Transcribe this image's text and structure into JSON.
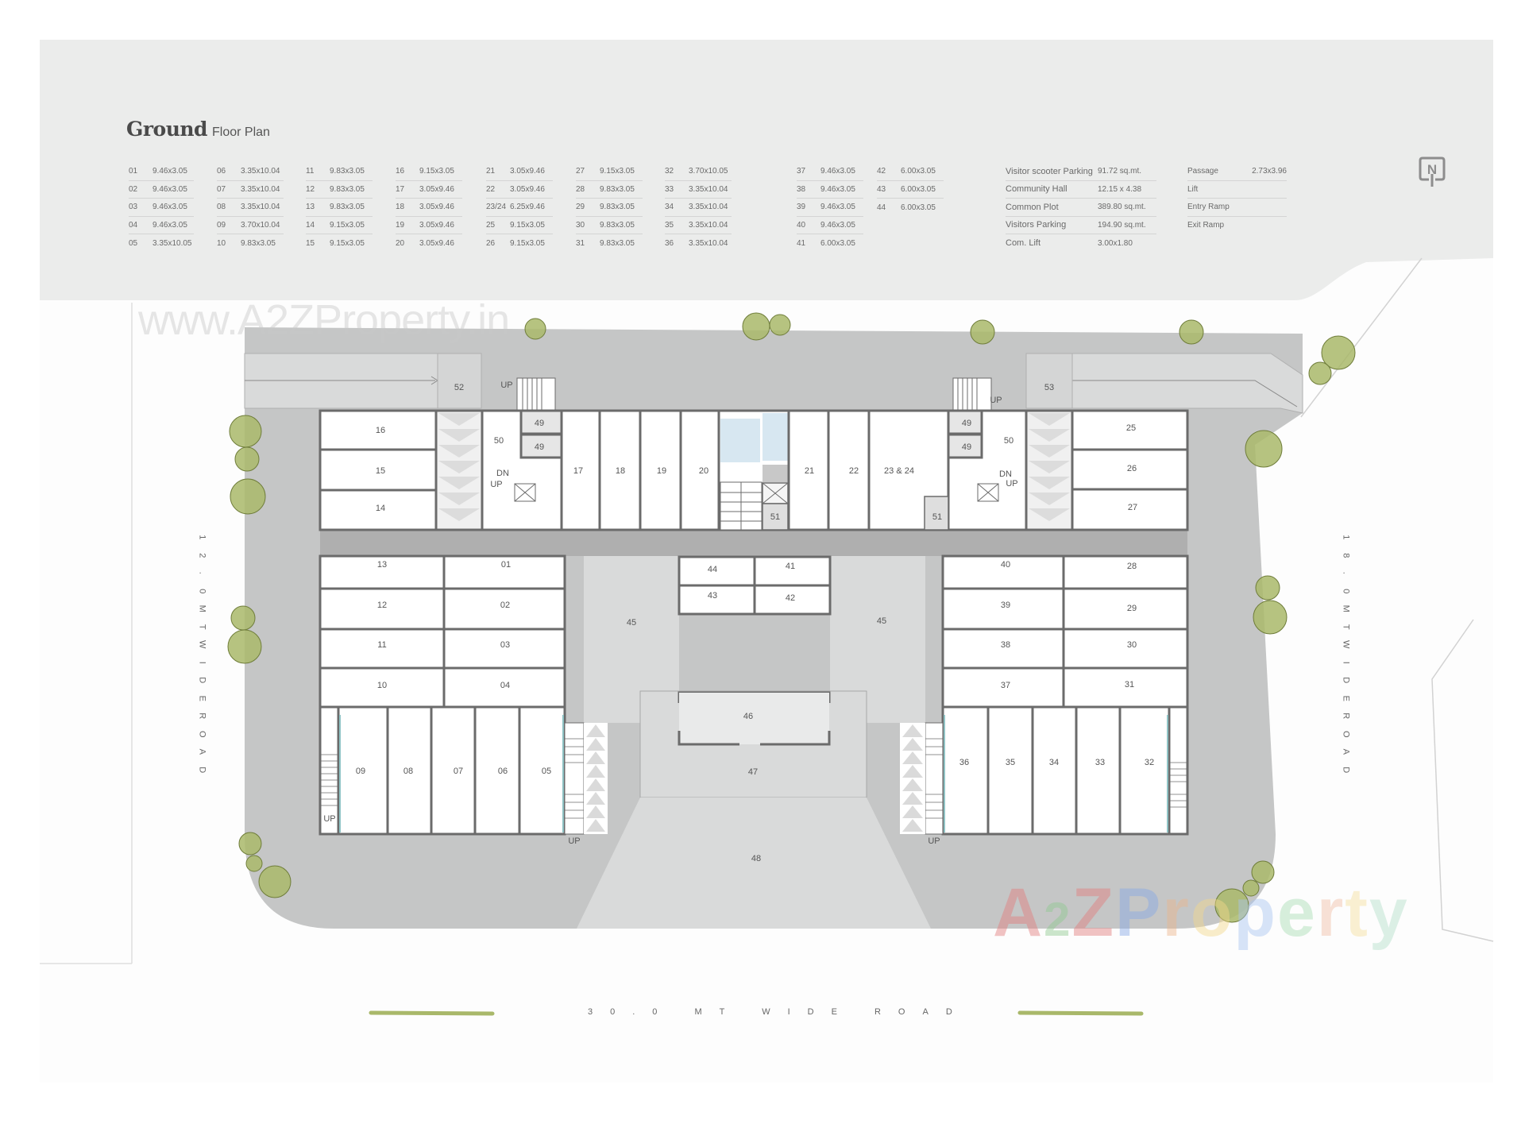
{
  "header": {
    "title_bold": "Ground",
    "title_light": "Floor Plan"
  },
  "legend": {
    "units": [
      [
        {
          "id": "01",
          "size": "9.46x3.05"
        },
        {
          "id": "02",
          "size": "9.46x3.05"
        },
        {
          "id": "03",
          "size": "9.46x3.05"
        },
        {
          "id": "04",
          "size": "9.46x3.05"
        },
        {
          "id": "05",
          "size": "3.35x10.05"
        }
      ],
      [
        {
          "id": "06",
          "size": "3.35x10.04"
        },
        {
          "id": "07",
          "size": "3.35x10.04"
        },
        {
          "id": "08",
          "size": "3.35x10.04"
        },
        {
          "id": "09",
          "size": "3.70x10.04"
        },
        {
          "id": "10",
          "size": "9.83x3.05"
        }
      ],
      [
        {
          "id": "11",
          "size": "9.83x3.05"
        },
        {
          "id": "12",
          "size": "9.83x3.05"
        },
        {
          "id": "13",
          "size": "9.83x3.05"
        },
        {
          "id": "14",
          "size": "9.15x3.05"
        },
        {
          "id": "15",
          "size": "9.15x3.05"
        }
      ],
      [
        {
          "id": "16",
          "size": "9.15x3.05"
        },
        {
          "id": "17",
          "size": "3.05x9.46"
        },
        {
          "id": "18",
          "size": "3.05x9.46"
        },
        {
          "id": "19",
          "size": "3.05x9.46"
        },
        {
          "id": "20",
          "size": "3.05x9.46"
        }
      ],
      [
        {
          "id": "21",
          "size": "3.05x9.46"
        },
        {
          "id": "22",
          "size": "3.05x9.46"
        },
        {
          "id": "23/24",
          "size": "6.25x9.46"
        },
        {
          "id": "25",
          "size": "9.15x3.05"
        },
        {
          "id": "26",
          "size": "9.15x3.05"
        }
      ],
      [
        {
          "id": "27",
          "size": "9.15x3.05"
        },
        {
          "id": "28",
          "size": "9.83x3.05"
        },
        {
          "id": "29",
          "size": "9.83x3.05"
        },
        {
          "id": "30",
          "size": "9.83x3.05"
        },
        {
          "id": "31",
          "size": "9.83x3.05"
        }
      ],
      [
        {
          "id": "32",
          "size": "3.70x10.05"
        },
        {
          "id": "33",
          "size": "3.35x10.04"
        },
        {
          "id": "34",
          "size": "3.35x10.04"
        },
        {
          "id": "35",
          "size": "3.35x10.04"
        },
        {
          "id": "36",
          "size": "3.35x10.04"
        }
      ],
      [
        {
          "id": "37",
          "size": "9.46x3.05"
        },
        {
          "id": "38",
          "size": "9.46x3.05"
        },
        {
          "id": "39",
          "size": "9.46x3.05"
        },
        {
          "id": "40",
          "size": "9.46x3.05"
        },
        {
          "id": "41",
          "size": "6.00x3.05"
        }
      ],
      [
        {
          "id": "42",
          "size": "6.00x3.05"
        },
        {
          "id": "43",
          "size": "6.00x3.05"
        },
        {
          "id": "44",
          "size": "6.00x3.05"
        }
      ]
    ],
    "amenities": [
      {
        "label": "Visitor scooter Parking",
        "value": "91.72 sq.mt."
      },
      {
        "label": "Community Hall",
        "value": "12.15 x 4.38"
      },
      {
        "label": "Common Plot",
        "value": "389.80 sq.mt."
      },
      {
        "label": "Visitors Parking",
        "value": "194.90 sq.mt."
      },
      {
        "label": "Com. Lift",
        "value": "3.00x1.80"
      }
    ],
    "services": [
      {
        "label": "Passage",
        "value": "2.73x3.96"
      },
      {
        "label": "Lift",
        "value": ""
      },
      {
        "label": "Entry Ramp",
        "value": ""
      },
      {
        "label": "Exit Ramp",
        "value": ""
      }
    ]
  },
  "north_icon": {
    "letter": "N"
  },
  "roads": {
    "left": [
      "1",
      "2",
      ".",
      "0",
      "M",
      "T",
      "W",
      "I",
      "D",
      "E",
      "R",
      "O",
      "A",
      "D"
    ],
    "right": [
      "1",
      "8",
      ".",
      "0",
      "M",
      "T",
      "W",
      "I",
      "D",
      "E",
      "R",
      "O",
      "A",
      "D"
    ],
    "bottom": "30.0 MT WIDE ROAD"
  },
  "plan": {
    "top_block": [
      "16",
      "15",
      "14",
      "50",
      "49",
      "49",
      "17",
      "18",
      "19",
      "20",
      "21",
      "22",
      "23 & 24",
      "49",
      "49",
      "50",
      "25",
      "26",
      "27",
      "51",
      "51"
    ],
    "ramps": [
      "52",
      "53"
    ],
    "stair_labels": {
      "up": "UP",
      "dn": "DN"
    },
    "left_lower": {
      "rows": [
        [
          "13",
          "01"
        ],
        [
          "12",
          "02"
        ],
        [
          "11",
          "03"
        ],
        [
          "10",
          "04"
        ]
      ],
      "cols": [
        "09",
        "08",
        "07",
        "06",
        "05"
      ]
    },
    "right_lower": {
      "rows": [
        [
          "40",
          "28"
        ],
        [
          "39",
          "29"
        ],
        [
          "38",
          "30"
        ],
        [
          "37",
          "31"
        ]
      ],
      "cols": [
        "36",
        "35",
        "34",
        "33",
        "32"
      ]
    },
    "center": {
      "kiosks": [
        [
          "44",
          "41"
        ],
        [
          "43",
          "42"
        ]
      ],
      "areas": [
        "45",
        "45",
        "46",
        "47",
        "48"
      ]
    }
  },
  "watermarks": {
    "url": "www.A2ZProperty.in",
    "brand": [
      "A",
      "2",
      "Z",
      " ",
      "P",
      "r",
      "o",
      "p",
      "e",
      "r",
      "t",
      "y"
    ]
  },
  "colors": {
    "header_bg": "#ebeceb",
    "road_gray": "#c5c6c6",
    "light_gray": "#d9dada",
    "wall": "#6b6b6b",
    "tree": "#a9b86a",
    "restroom": "#d7e7f1",
    "glass": "#8fc3c5"
  }
}
